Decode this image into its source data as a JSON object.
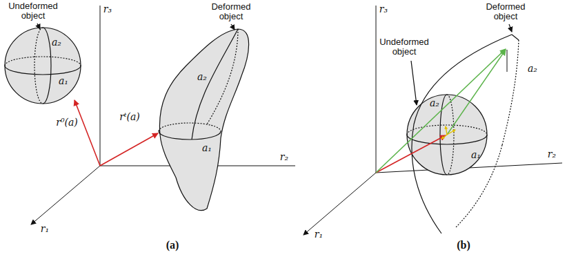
{
  "diagram": {
    "nodes": [
      {
        "text": [
          "a₂",
          "a₁"
        ]
      },
      {
        "text": [
          "a₂",
          "a₁"
        ]
      },
      {
        "text": [
          "a₂",
          "a₁"
        ]
      }
    ],
    "labels": [
      "Undeformed object",
      "Deformed object",
      "r₃",
      "r₂",
      "r₁",
      "r⁰(a)",
      "rᵗ(a)",
      "(a)",
      "r₃",
      "Deformed object",
      "Undeformed object",
      "a₂",
      "r₂",
      "r₁",
      "(b)"
    ]
  }
}
